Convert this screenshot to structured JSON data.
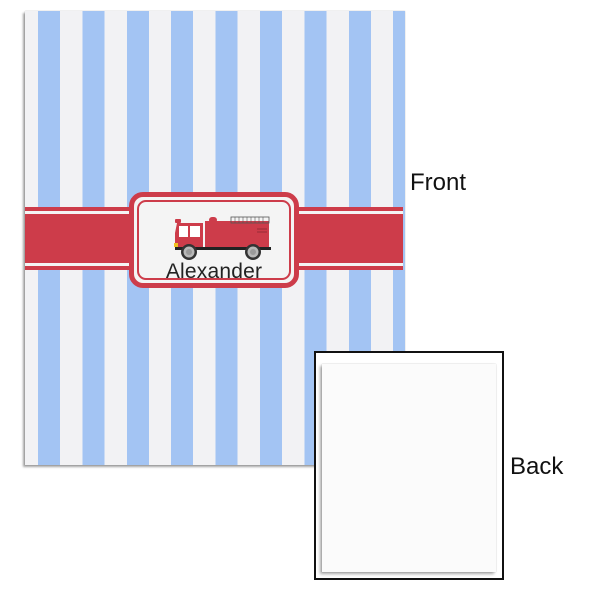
{
  "product": {
    "front": {
      "label": "Front",
      "design": {
        "pattern": "vertical-stripes",
        "stripe_color": "#a3c4f3",
        "background_color": "#f2f2f4",
        "band_color": "#cd3c4a",
        "icon": "fire-truck-icon",
        "name": "Alexander"
      }
    },
    "back": {
      "label": "Back",
      "color": "#fbfbfb"
    }
  }
}
